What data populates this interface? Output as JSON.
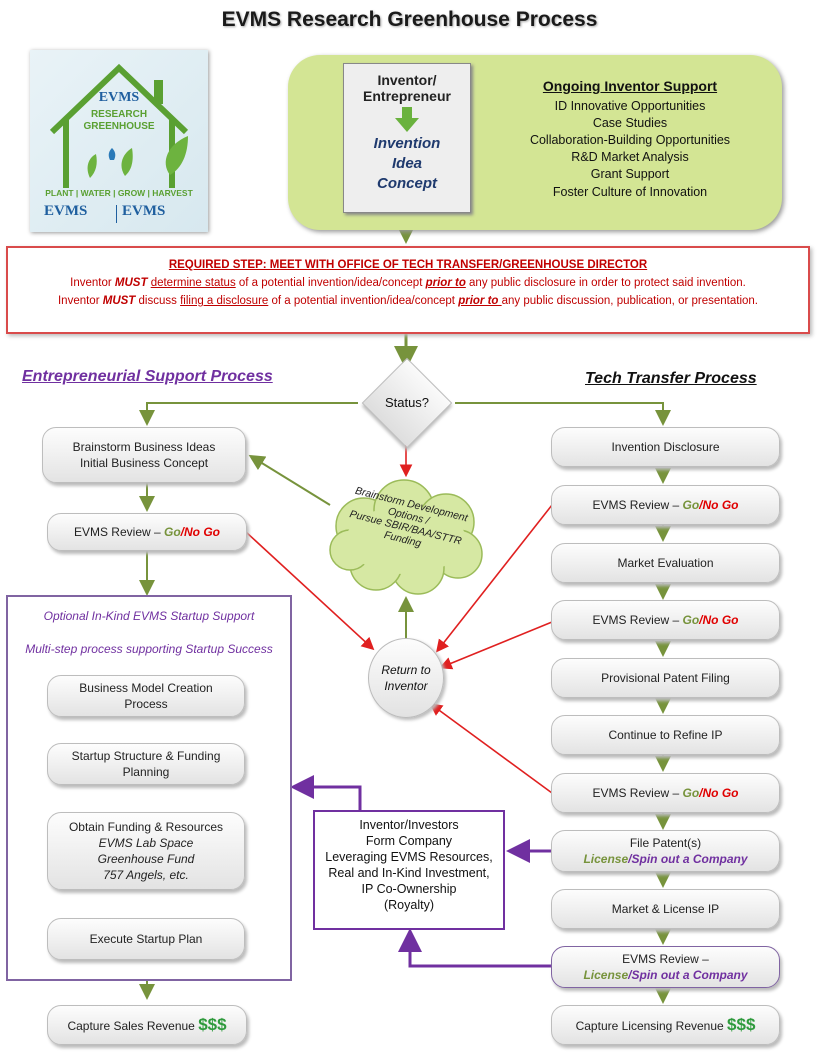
{
  "title": "EVMS Research Greenhouse Process",
  "logo": {
    "top": "EVMS",
    "line1": "RESEARCH",
    "line2": "GREENHOUSE",
    "tagline": "PLANT | WATER | GROW | HARVEST",
    "brand_left": "EVMS",
    "brand_right": "EVMS"
  },
  "inventor_box": {
    "line1": "Inventor/",
    "line2": "Entrepreneur",
    "idea1": "Invention",
    "idea2": "Idea",
    "idea3": "Concept"
  },
  "support": {
    "heading": "Ongoing Inventor Support",
    "items": [
      "ID Innovative Opportunities",
      "Case Studies",
      "Collaboration-Building Opportunities",
      "R&D Market Analysis",
      "Grant Support",
      "Foster Culture of Innovation"
    ]
  },
  "required": {
    "heading": "REQUIRED STEP:  MEET WITH OFFICE OF TECH TRANSFER/GREENHOUSE DIRECTOR",
    "l1_a": "Inventor ",
    "l1_must": "MUST",
    "l1_b": " ",
    "l1_u": "determine status",
    "l1_c": " of a potential invention/idea/concept ",
    "l1_prior": "prior to",
    "l1_d": " any public disclosure in order to protect said invention.",
    "l2_a": "Inventor ",
    "l2_must": "MUST",
    "l2_b": " discuss ",
    "l2_u": "filing a disclosure",
    "l2_c": " of a potential invention/idea/concept ",
    "l2_prior": "prior to ",
    "l2_d": "any public discussion, publication, or presentation."
  },
  "left_title": "Entrepreneurial Support Process",
  "right_title": "Tech Transfer Process",
  "status": "Status?",
  "cloud": {
    "l1": "Brainstorm Development",
    "l2": "Options /",
    "l3": "Pursue SBIR/BAA/STTR",
    "l4": "Funding"
  },
  "return": {
    "l1": "Return to",
    "l2": "Inventor"
  },
  "review": {
    "prefix": "EVMS Review – ",
    "go": "Go",
    "slash": "/",
    "nogo": "No Go"
  },
  "left": {
    "brainstorm1": "Brainstorm Business Ideas",
    "brainstorm2": "Initial Business Concept",
    "optional": "Optional In-Kind EVMS Startup Support",
    "multistep": "Multi-step process supporting Startup Success",
    "model1": "Business Model Creation",
    "model2": "Process",
    "structure1": "Startup Structure & Funding",
    "structure2": "Planning",
    "funding1": "Obtain Funding & Resources",
    "funding2": "EVMS Lab Space",
    "funding3": "Greenhouse Fund",
    "funding4": "757 Angels, etc.",
    "execute": "Execute Startup Plan",
    "capture": "Capture Sales Revenue ",
    "dollars": "$$$"
  },
  "right": {
    "disclosure": "Invention Disclosure",
    "market_eval": "Market Evaluation",
    "provisional": "Provisional Patent Filing",
    "refine": "Continue to Refine IP",
    "file": "File Patent(s)",
    "license": "License",
    "slash": "/",
    "spin": "Spin out a Company",
    "market_license": "Market & License IP",
    "final_review": "EVMS Review –",
    "capture": "Capture Licensing Revenue ",
    "dollars": "$$$"
  },
  "company": [
    "Inventor/Investors",
    "Form Company",
    "Leveraging EVMS Resources,",
    "Real and In-Kind Investment,",
    "IP Co-Ownership",
    "(Royalty)"
  ]
}
